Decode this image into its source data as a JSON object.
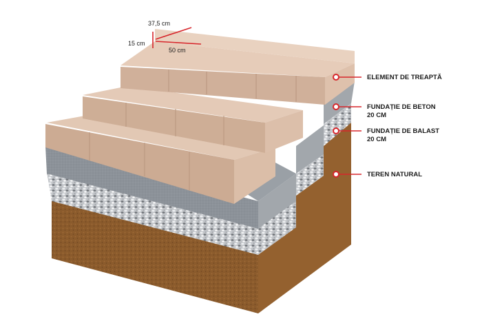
{
  "dimensions": {
    "depth": "37,5 cm",
    "height": "15 cm",
    "width": "50 cm"
  },
  "layers": [
    {
      "id": "element",
      "line1": "ELEMENT DE TREAPTĂ",
      "line2": ""
    },
    {
      "id": "beton",
      "line1": "FUNDAȚIE DE BETON",
      "line2": "20 CM"
    },
    {
      "id": "balast",
      "line1": "FUNDAȚIE DE BALAST",
      "line2": "20 CM"
    },
    {
      "id": "teren",
      "line1": "TEREN NATURAL",
      "line2": ""
    }
  ],
  "colors": {
    "marker": "#d7262b",
    "stone_top": "#e3c9b6",
    "stone_front": "#cfae97",
    "stone_side": "#dcbfa9",
    "concrete_front": "#8a9097",
    "concrete_side": "#a4a9ae",
    "gravel": "#b9bcc0",
    "soil": "#8a5a2b"
  }
}
